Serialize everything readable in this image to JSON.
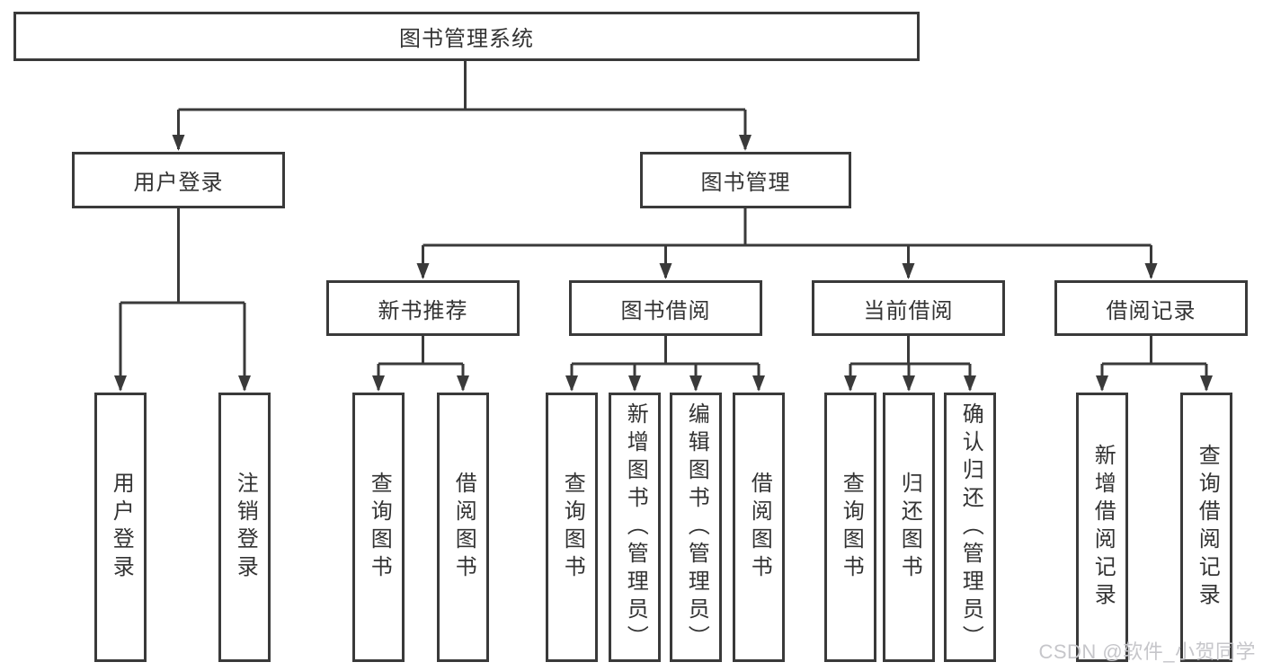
{
  "diagram": {
    "title": "图书管理系统",
    "colors": {
      "line": "#3a3a3a",
      "box_border": "#3a3a3a",
      "text": "#333333",
      "box_background": "#ffffff",
      "page_background": "#ffffff",
      "watermark_text": "#c6c6ca"
    },
    "tree": {
      "root": {
        "label": "图书管理系统",
        "children": [
          {
            "label": "用户登录",
            "children": [
              {
                "label": "用户登录"
              },
              {
                "label": "注销登录"
              }
            ]
          },
          {
            "label": "图书管理",
            "children": [
              {
                "label": "新书推荐",
                "children": [
                  {
                    "label": "查询图书"
                  },
                  {
                    "label": "借阅图书"
                  }
                ]
              },
              {
                "label": "图书借阅",
                "children": [
                  {
                    "label": "查询图书"
                  },
                  {
                    "label": "新增图书（管理员）"
                  },
                  {
                    "label": "编辑图书（管理员）"
                  },
                  {
                    "label": "借阅图书"
                  }
                ]
              },
              {
                "label": "当前借阅",
                "children": [
                  {
                    "label": "查询图书"
                  },
                  {
                    "label": "归还图书"
                  },
                  {
                    "label": "确认归还（管理员）"
                  }
                ]
              },
              {
                "label": "借阅记录",
                "children": [
                  {
                    "label": "新增借阅记录"
                  },
                  {
                    "label": "查询借阅记录"
                  }
                ]
              }
            ]
          }
        ]
      }
    },
    "watermark": {
      "text": "CSDN @软件_小贺同学"
    }
  }
}
